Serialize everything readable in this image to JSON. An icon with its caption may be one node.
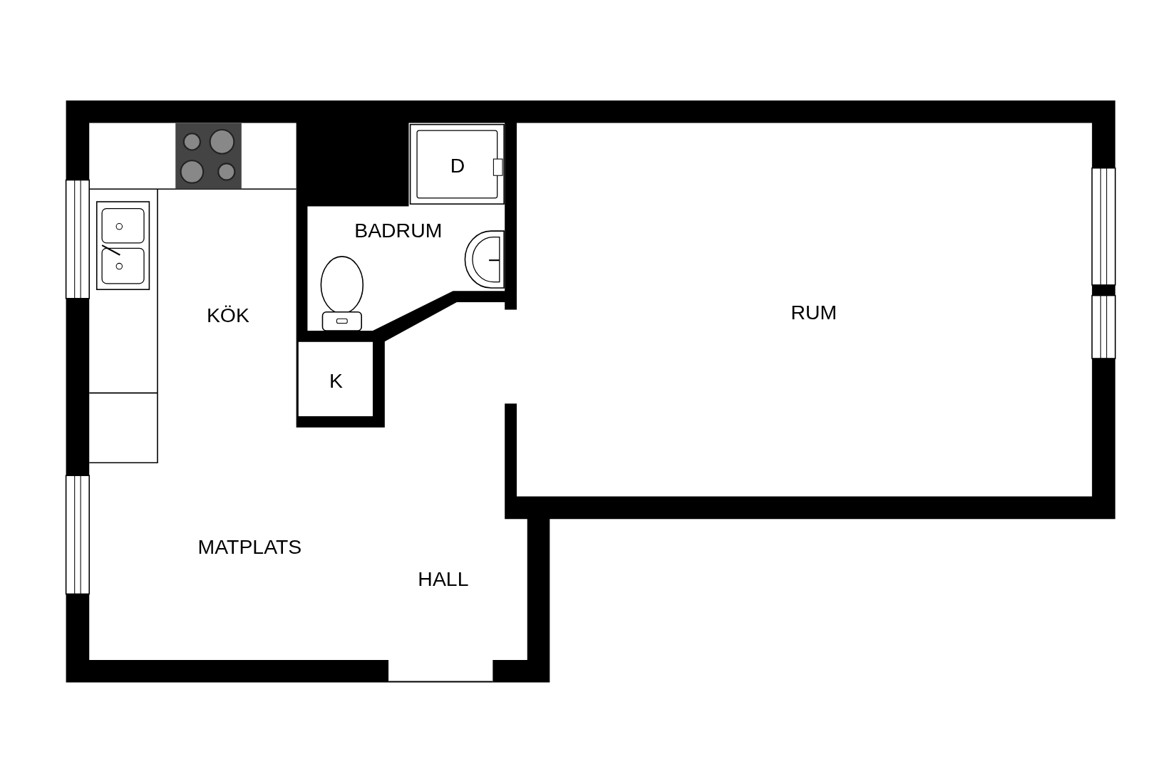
{
  "diagram": {
    "labels": [
      "D",
      "BADRUM",
      "KÖK",
      "RUM",
      "K",
      "MATPLATS",
      "HALL"
    ]
  }
}
